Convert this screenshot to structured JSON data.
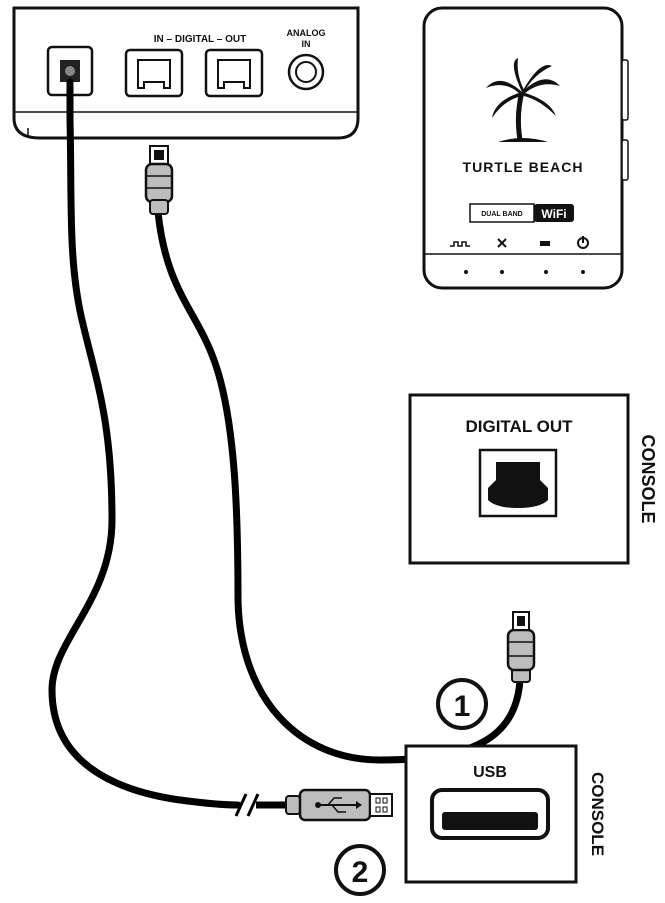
{
  "transmitter": {
    "port_group_label": "IN – DIGITAL – OUT",
    "analog_label_line1": "ANALOG",
    "analog_label_line2": "IN"
  },
  "receiver": {
    "brand": "TURTLE BEACH",
    "badge_left": "DUAL BAND",
    "badge_right": "WiFi"
  },
  "console_digital": {
    "port_label": "DIGITAL OUT",
    "side_label": "CONSOLE"
  },
  "console_usb": {
    "port_label": "USB",
    "side_label": "CONSOLE"
  },
  "steps": {
    "step1": "1",
    "step2": "2"
  },
  "colors": {
    "line": "#111111",
    "cable": "#000000",
    "plug_fill": "#bdbdbd",
    "background": "#ffffff"
  }
}
